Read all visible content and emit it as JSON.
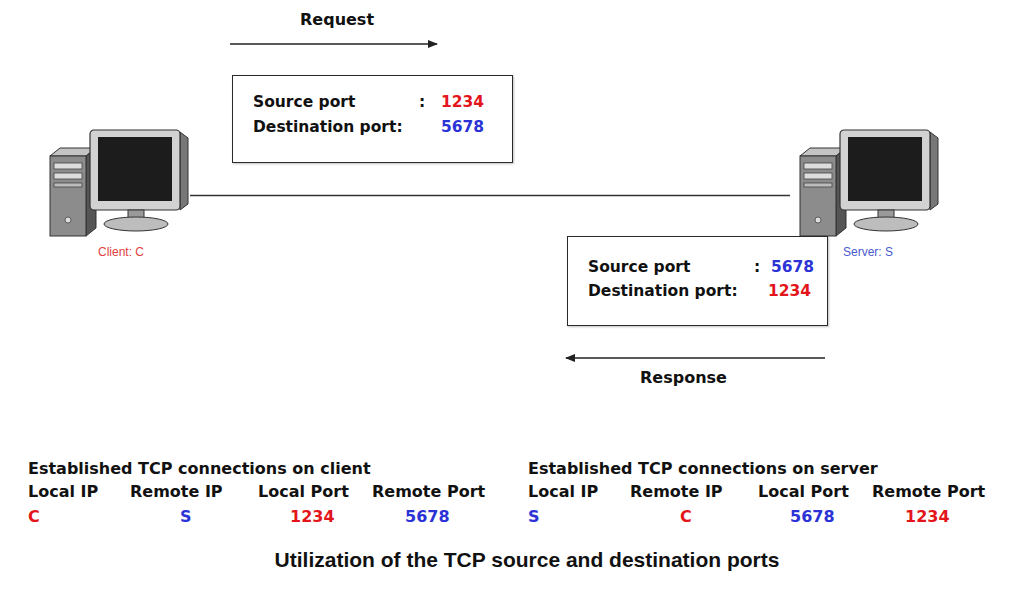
{
  "diagram": {
    "caption": "Utilization of the TCP source and destination ports",
    "nodes": [
      {
        "text": [
          "Source port",
          ":",
          "1234",
          "Destination port:",
          "5678"
        ]
      },
      {
        "text": [
          "Client: C"
        ]
      },
      {
        "text": [
          "Server: S"
        ]
      },
      {
        "text": [
          "Source port",
          ":",
          "5678",
          "Destination port:",
          "1234"
        ]
      }
    ],
    "edges": [
      {
        "from": 1,
        "to": 2,
        "arrow": "none"
      }
    ],
    "labels": [
      "Request",
      "Response",
      "Established TCP connections on client",
      "Local IP",
      "Remote IP",
      "Local Port",
      "Remote Port",
      "C",
      "S",
      "1234",
      "5678",
      "Established TCP connections on server",
      "Local IP",
      "Remote IP",
      "Local Port",
      "Remote Port",
      "S",
      "C",
      "5678",
      "1234"
    ]
  }
}
